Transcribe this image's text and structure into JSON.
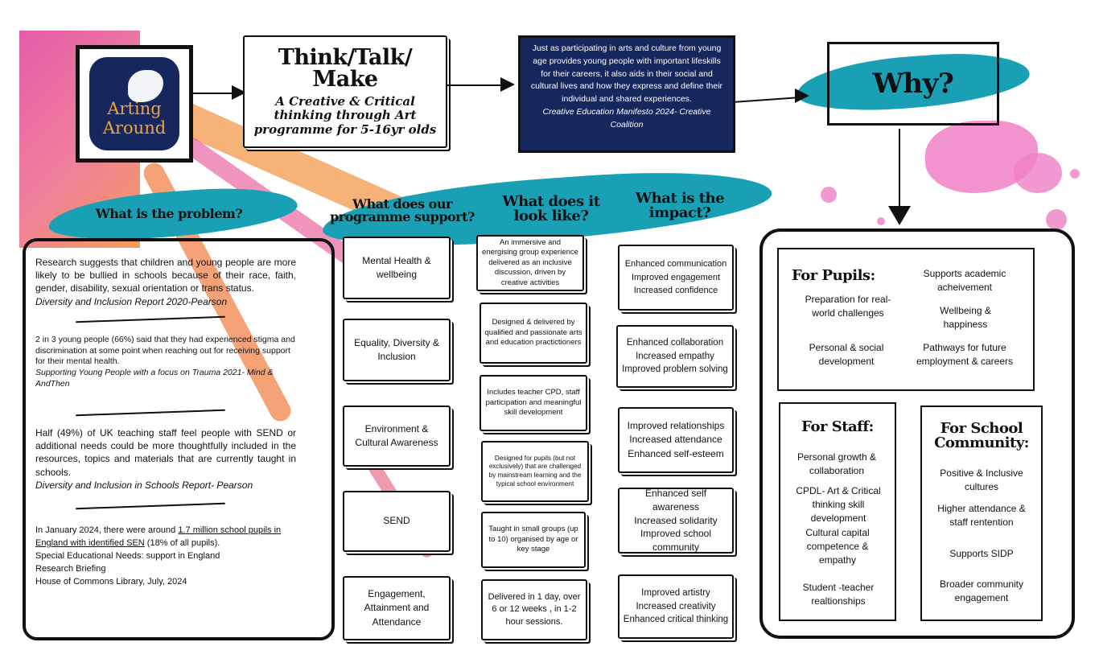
{
  "colors": {
    "pink": "#e8509a",
    "orange": "#f28a3c",
    "teal": "#1aa0b5",
    "navy": "#16275e",
    "light_pink": "#f07fc6"
  },
  "logo": {
    "name": "logo-arting-around",
    "line1": "Arting",
    "line2": "Around"
  },
  "title_box": {
    "title_line1": "Think/Talk/",
    "title_line2": "Make",
    "subtitle_line1": "A Creative & Critical",
    "subtitle_line2": "thinking through Art",
    "subtitle_line3": "programme for 5-16yr olds"
  },
  "quote": {
    "text": "Just as participating in arts and culture from young age provides young people with important lifeskills for their careers, it also aids in their social and cultural lives and how they express and define their individual and shared experiences.",
    "source": "Creative Education Manifesto 2024- Creative Coalition"
  },
  "why": {
    "label": "Why?"
  },
  "headings": {
    "problem": "What is the problem?",
    "support_line1": "What does our",
    "support_line2": "programme support?",
    "look_line1": "What does it",
    "look_line2": "look like?",
    "impact_line1": "What is the",
    "impact_line2": "impact?"
  },
  "problem": {
    "p1": "Research suggests that children and young people are more likely to be bullied in schools because of their race, faith, gender, disability, sexual orientation or trans status.",
    "p1_ref": "Diversity and Inclusion Report 2020-Pearson",
    "p2": "2 in 3 young people (66%) said that they had experienced stigma and discrimination at some point when reaching out for receiving support for their mental health.",
    "p2_ref": "Supporting Young People with a focus on Trauma 2021- Mind & AndThen",
    "p3": "Half (49%) of UK teaching staff feel people with SEND or additional needs could be more thoughtfully included in the resources, topics and materials that are currently taught in schools.",
    "p3_ref": "Diversity and Inclusion in Schools Report- Pearson",
    "p4_pre": "In January 2024, there were around ",
    "p4_link": "1.7 million school pupils in England with identified SEN",
    "p4_post": " (18% of all pupils).",
    "p4_l2": "Special Educational Needs: support in England",
    "p4_l3": "Research Briefing",
    "p4_l4": "House of Commons Library, July, 2024"
  },
  "support": [
    "Mental Health & wellbeing",
    "Equality, Diversity & Inclusion",
    "Environment & Cultural Awareness",
    "SEND",
    "Engagement, Attainment and Attendance"
  ],
  "look": [
    "An immersive and energising group experience delivered as an inclusive discussion, driven by creative activities",
    "Designed & delivered by qualified and passionate arts and education practictioners",
    "Includes teacher CPD, staff participation and meaningful skill development",
    "Designed for pupils (but not exclusively) that are challenged by mainstream learning and the typical school environment",
    "Taught in small groups (up to 10) organised by age or key stage",
    "Delivered in 1 day, over 6 or 12 weeks , in 1-2 hour sessions."
  ],
  "impact": [
    [
      "Enhanced communication",
      "Improved engagement",
      "Increased confidence"
    ],
    [
      "Enhanced collaboration",
      "Increased empathy",
      "Improved problem solving"
    ],
    [
      "Improved relationships",
      "Increased attendance",
      "Enhanced self-esteem"
    ],
    [
      "Enhanced self awareness",
      "Increased solidarity",
      "Improved  school",
      "community"
    ],
    [
      "Improved artistry",
      "Increased creativity",
      "Enhanced  critical thinking"
    ]
  ],
  "pupils": {
    "title": "For Pupils:",
    "items": [
      "Supports academic acheivement",
      "Preparation for real-world challenges",
      "Wellbeing & happiness",
      "Personal & social development",
      "Pathways for future employment & careers"
    ]
  },
  "staff": {
    "title": "For Staff:",
    "items": [
      "Personal growth & collaboration",
      "CPDL- Art & Critical thinking skill development",
      "Cultural capital competence & empathy",
      "Student -teacher realtionships"
    ]
  },
  "community": {
    "title_line1": "For School",
    "title_line2": "Community:",
    "items": [
      "Positive & Inclusive cultures",
      "Higher attendance & staff rentention",
      "Supports SIDP",
      "Broader community engagement"
    ]
  }
}
